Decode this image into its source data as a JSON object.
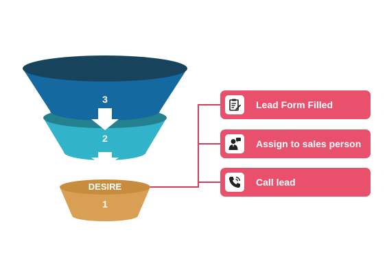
{
  "colors": {
    "funnel_top_dark": "#17435c",
    "funnel_top": "#1469a1",
    "funnel_middle_rim": "#24808f",
    "funnel_middle": "#31b4c9",
    "funnel_bottom_rim": "#c88c3e",
    "funnel_bottom": "#d9a055",
    "steps": "#e8506c",
    "connector": "#d43c5c"
  },
  "funnel": {
    "stages": [
      {
        "number": "3"
      },
      {
        "number": "2"
      },
      {
        "number": "1",
        "title": "DESIRE"
      }
    ]
  },
  "steps": [
    {
      "label": "Lead Form Filled",
      "icon": "form-checklist-icon"
    },
    {
      "label": "Assign to sales person",
      "icon": "sales-person-icon"
    },
    {
      "label": "Call lead",
      "icon": "phone-call-icon"
    }
  ]
}
